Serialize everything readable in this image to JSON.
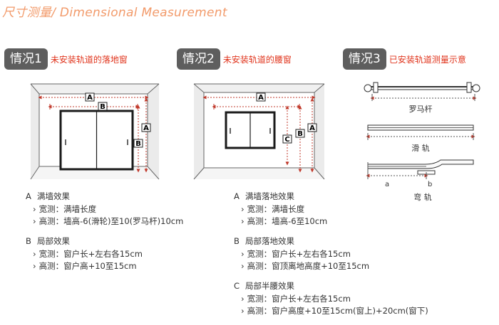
{
  "header": {
    "title": "尺寸测量/ Dimensional Measurement"
  },
  "cases": [
    {
      "badge": "情况1",
      "title": "未安装轨道的落地窗"
    },
    {
      "badge": "情况2",
      "title": "未安装轨道的腰窗"
    },
    {
      "badge": "情况3",
      "title": "已安装轨道测量示意"
    }
  ],
  "diagram_labels": {
    "A": "A",
    "B": "B",
    "C": "C"
  },
  "tracks": {
    "roman_rod": "罗马杆",
    "slide_rail": "滑  轨",
    "curved_rail": "弯  轨",
    "a": "a",
    "b": "b"
  },
  "notes_case1": [
    {
      "letter": "A",
      "head": "满墙效果",
      "lines": [
        "宽测：满墙长度",
        "高测：墙高-6(滑轮)至10(罗马杆)10cm"
      ]
    },
    {
      "letter": "B",
      "head": "局部效果",
      "lines": [
        "宽测：窗户长+左右各15cm",
        "高测：窗户高+10至15cm"
      ]
    }
  ],
  "notes_case2": [
    {
      "letter": "A",
      "head": "满墙落地效果",
      "lines": [
        "宽测：满墙长度",
        "高测：墙高-6至10cm"
      ]
    },
    {
      "letter": "B",
      "head": "局部落地效果",
      "lines": [
        "宽测：窗户长+左右各15cm",
        "高测：窗顶离地高度+10至15cm"
      ]
    },
    {
      "letter": "C",
      "head": "局部半腰效果",
      "lines": [
        "宽测：窗户长+左右各15cm",
        "高测：窗户高度+10至15cm(窗上)+20cm(窗下)"
      ]
    }
  ],
  "colors": {
    "accent": "#e0341c",
    "badge_bg": "#5e5e5e",
    "title": "#f29a6a"
  }
}
